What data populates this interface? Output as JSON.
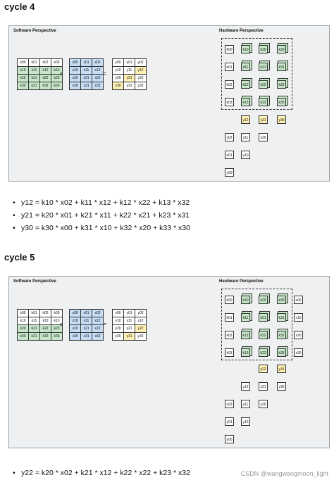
{
  "cycle4": {
    "heading": "cycle 4",
    "software_title": "Software Perspective",
    "hardware_title": "Hardware Perspective",
    "K": [
      [
        "k00",
        "k01",
        "k02",
        "k03"
      ],
      [
        "k10",
        "k11",
        "k12",
        "k13"
      ],
      [
        "k20",
        "k21",
        "k22",
        "k23"
      ],
      [
        "k30",
        "k31",
        "k32",
        "k33"
      ]
    ],
    "X": [
      [
        "x00",
        "x01",
        "x02"
      ],
      [
        "x10",
        "x11",
        "x12"
      ],
      [
        "x20",
        "x21",
        "x22"
      ],
      [
        "x30",
        "x31",
        "x32"
      ]
    ],
    "Y": [
      [
        "y00",
        "y01",
        "y02"
      ],
      [
        "y10",
        "y11",
        "y12"
      ],
      [
        "y20",
        "y21",
        "y22"
      ],
      [
        "y30",
        "y31",
        "y32"
      ]
    ],
    "times": "x",
    "equals": "=",
    "kleft": [
      "k00",
      "k01",
      "k02",
      "k03"
    ],
    "grid": [
      [
        "k10",
        "k20",
        "k30"
      ],
      [
        "k11",
        "k21",
        "k31"
      ],
      [
        "k12",
        "k22",
        "k32"
      ],
      [
        "k13",
        "k23",
        "k33"
      ]
    ],
    "yrow": [
      "y12",
      "y21",
      "y30"
    ],
    "outs": [
      [
        "y02",
        "y11",
        "y20"
      ],
      [
        "y01",
        "y10"
      ],
      [
        "y00"
      ]
    ],
    "bullets": [
      "y12 = k10 * x02 + k11 * x12 + k12 * x22 + k13 * x32",
      "y21 = k20 * x01 + k21 * x11 + k22 * x21 + k23 * x31",
      "y30 = k30 * x00 + k31 * x10 + k32 * x20 + k33 * x30"
    ]
  },
  "cycle5": {
    "heading": "cycle 5",
    "software_title": "Software Perspective",
    "hardware_title": "Hardware Perspective",
    "kleft": [
      "k00",
      "k01",
      "k02",
      "k03"
    ],
    "grid": [
      [
        "k10",
        "k20",
        "k30"
      ],
      [
        "k11",
        "k21",
        "k31"
      ],
      [
        "k12",
        "k22",
        "k32"
      ],
      [
        "k13",
        "k23",
        "k33"
      ]
    ],
    "xright": [
      "x00",
      "x10",
      "x20",
      "x30"
    ],
    "yrow": [
      "y22",
      "y31"
    ],
    "outs": [
      [
        "y12",
        "y21",
        "y30"
      ],
      [
        "y02",
        "y11",
        "y20"
      ],
      [
        "y01",
        "y10"
      ],
      [
        "y00"
      ]
    ],
    "bullets": [
      "y22 = k20 * x02 + k21 * x12 + k22 * x22 + k23 * x32"
    ]
  },
  "watermark": "CSDN @wangwangmoon_light"
}
